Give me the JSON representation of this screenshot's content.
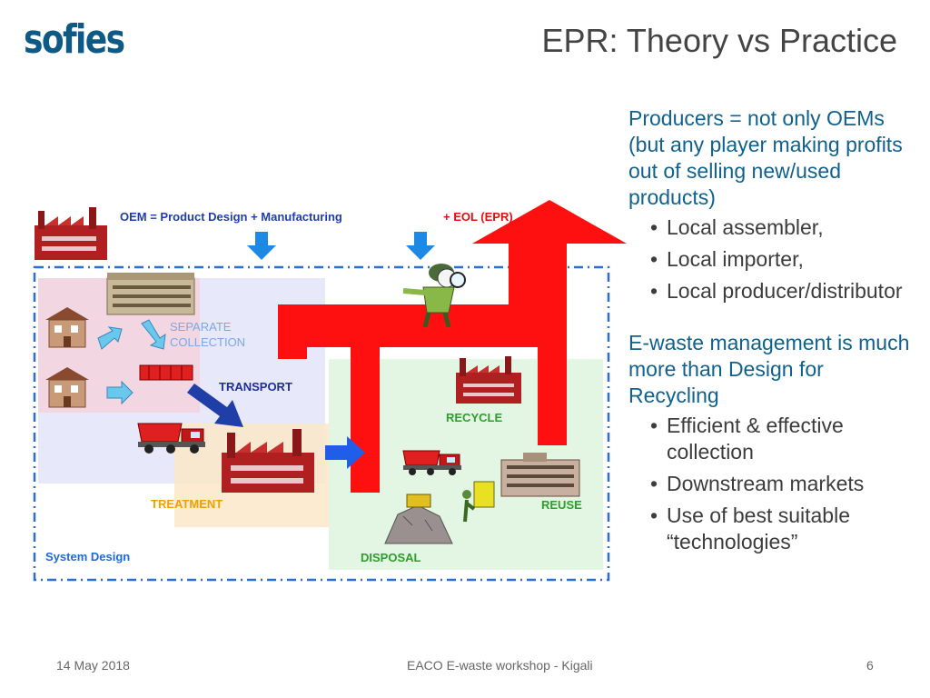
{
  "logo": "sofies",
  "slide_title": "EPR: Theory vs Practice",
  "diagram": {
    "oem_label": "OEM = Product Design + Manufacturing",
    "eol_label": "+ EOL (EPR)",
    "separate_collection": "SEPARATE\nCOLLECTION",
    "transport": "TRANSPORT",
    "recycle": "RECYCLE",
    "treatment": "TREATMENT",
    "reuse": "REUSE",
    "system_design": "System Design",
    "disposal": "DISPOSAL",
    "colors": {
      "red": "#ff0000",
      "blue": "#1e88e5",
      "navy": "#1f3ea8",
      "green": "#2e9e2e",
      "orange": "#f0a000"
    }
  },
  "panel": {
    "para1": "Producers = not only OEMs (but any player making profits out of selling new/used products)",
    "bullets1": [
      "Local assembler,",
      "Local importer,",
      "Local producer/distributor"
    ],
    "para2": "E-waste management is much more than Design for Recycling",
    "bullets2": [
      "Efficient & effective collection",
      "Downstream markets",
      "Use of best suitable “technologies”"
    ]
  },
  "footer": {
    "date": "14 May 2018",
    "event": "EACO E-waste workshop - Kigali",
    "page": "6"
  }
}
